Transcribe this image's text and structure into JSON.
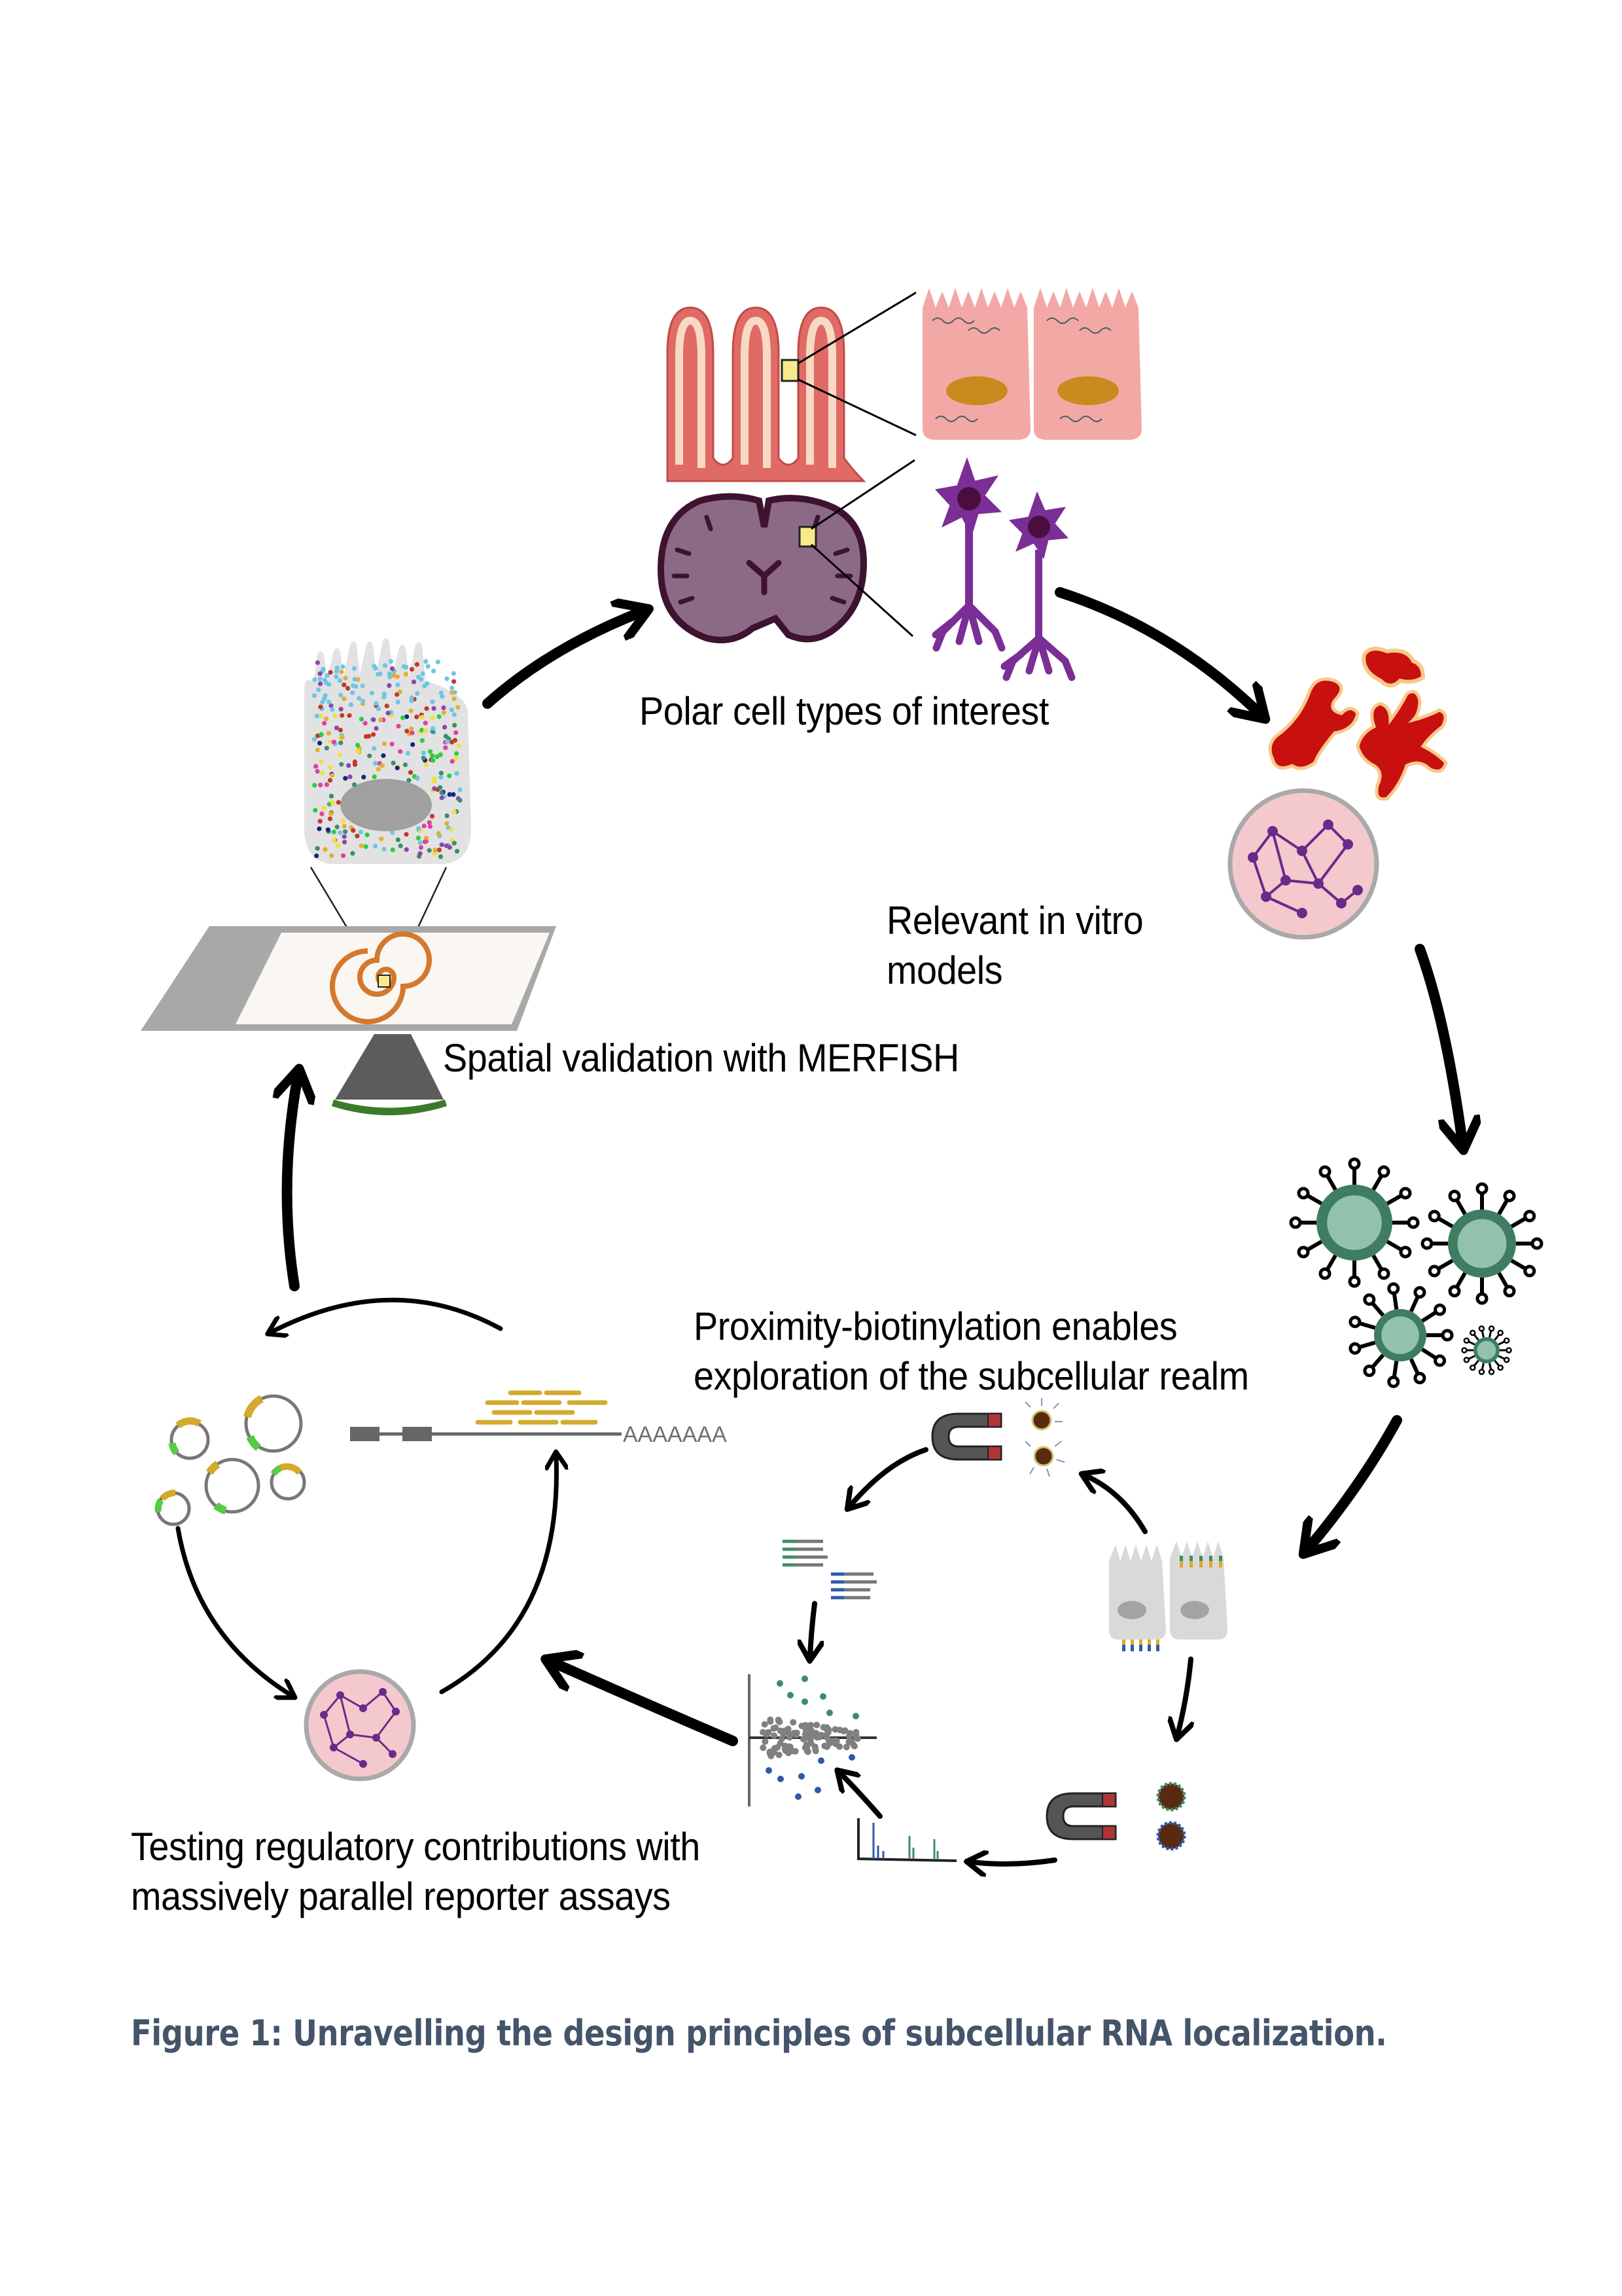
{
  "figure": {
    "caption": "Figure 1: Unravelling the design principles of subcellular RNA localization.",
    "caption_color": "#44546A",
    "steps": [
      {
        "id": "polar-cells",
        "label": "Polar cell types of interest"
      },
      {
        "id": "in-vitro",
        "label_line1": "Relevant in vitro",
        "label_line2": "models"
      },
      {
        "id": "proximity",
        "label_line1": "Proximity-biotinylation enables",
        "label_line2": "exploration of the subcellular realm"
      },
      {
        "id": "mpra",
        "label_line1": "Testing regulatory contributions with",
        "label_line2": "massively parallel reporter assays"
      },
      {
        "id": "merfish",
        "label": "Spatial validation with MERFISH"
      }
    ],
    "poly_a_tail": "AAAAAAA",
    "colors": {
      "intestine_red": "#E06A66",
      "intestine_cream": "#F7D9C4",
      "epithelial_pink": "#F2A9A5",
      "nucleus_orange": "#C98A1E",
      "brain_purple": "#8C6A86",
      "brain_outline": "#3D1330",
      "neuron_purple": "#7B2E95",
      "organoid_red": "#C8100F",
      "organoid_cream": "#F6C98A",
      "dish_pink": "#F3C9CD",
      "dish_rim": "#A9A9A9",
      "virus_dark": "#3E7D62",
      "virus_light": "#92C2AD",
      "magnet_gray": "#555555",
      "magnet_red": "#B0333A",
      "bead_brown": "#5A2A10",
      "read_green": "#3E8C68",
      "read_blue": "#2E5AAA",
      "plasmid_gold": "#D4A92C",
      "plasmid_green": "#55CC44",
      "slide_gray": "#A8A8A8",
      "spiral_orange": "#D4782E",
      "objective_green": "#3C7A2A"
    }
  }
}
